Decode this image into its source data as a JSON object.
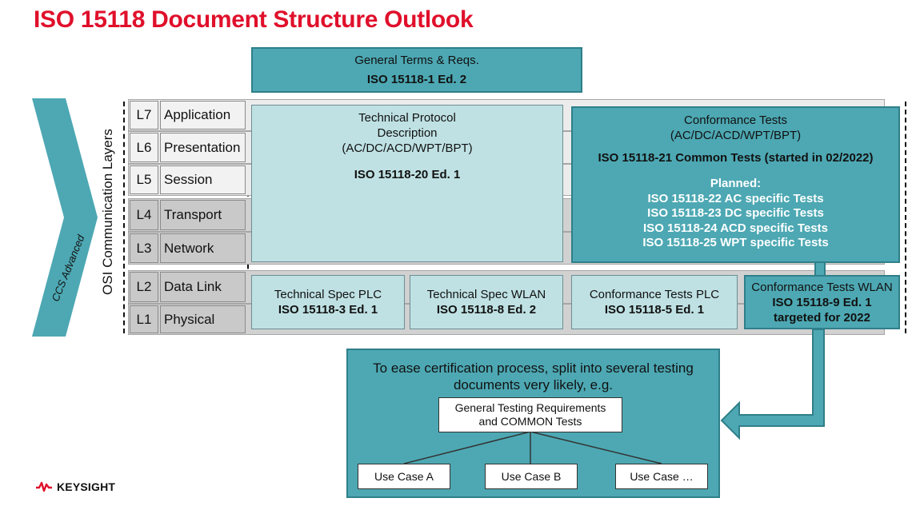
{
  "title": "ISO 15118 Document Structure Outlook",
  "general_terms": {
    "line1": "General Terms & Reqs.",
    "line2": "ISO 15118-1 Ed. 2"
  },
  "ccs_label": "CCS Advanced",
  "osi_label": "OSI Communication Layers",
  "layers": [
    {
      "num": "L7",
      "name": "Application"
    },
    {
      "num": "L6",
      "name": "Presentation"
    },
    {
      "num": "L5",
      "name": "Session"
    },
    {
      "num": "L4",
      "name": "Transport"
    },
    {
      "num": "L3",
      "name": "Network"
    },
    {
      "num": "L2",
      "name": "Data Link"
    },
    {
      "num": "L1",
      "name": "Physical"
    }
  ],
  "technical_protocol": {
    "line1": "Technical Protocol",
    "line2": "Description",
    "line3": "(AC/DC/ACD/WPT/BPT)",
    "standard": "ISO 15118-20 Ed. 1"
  },
  "conformance_tests": {
    "line1": "Conformance Tests",
    "line2": "(AC/DC/ACD/WPT/BPT)",
    "common": "ISO 15118-21 Common Tests (started in 02/2022)",
    "planned_header": "Planned:",
    "planned": [
      "ISO 15118-22 AC specific Tests",
      "ISO 15118-23 DC specific Tests",
      "ISO 15118-24 ACD specific Tests",
      "ISO 15118-25 WPT specific Tests"
    ]
  },
  "lower_boxes": {
    "plc": {
      "line1": "Technical Spec PLC",
      "line2": "ISO 15118-3 Ed. 1"
    },
    "wlan": {
      "line1": "Technical Spec WLAN",
      "line2": "ISO 15118-8 Ed. 2"
    },
    "ct_plc": {
      "line1": "Conformance Tests PLC",
      "line2": "ISO 15118-5 Ed. 1"
    },
    "ct_wlan": {
      "line1": "Conformance Tests WLAN",
      "line2": "ISO 15118-9 Ed. 1",
      "line3": "targeted for 2022"
    }
  },
  "ease": {
    "line1": "To ease certification process, split into several testing",
    "line2": "documents very likely, e.g.",
    "general_line1": "General Testing Requirements",
    "general_line2": "and COMMON Tests",
    "use_cases": [
      "Use Case A",
      "Use Case B",
      "Use Case …"
    ]
  },
  "logo": "KEYSIGHT",
  "colors": {
    "title_red": "#e0102b",
    "teal": "#4da8b3",
    "pale_teal": "#bfe1e3",
    "logo_red": "#e0102b"
  }
}
